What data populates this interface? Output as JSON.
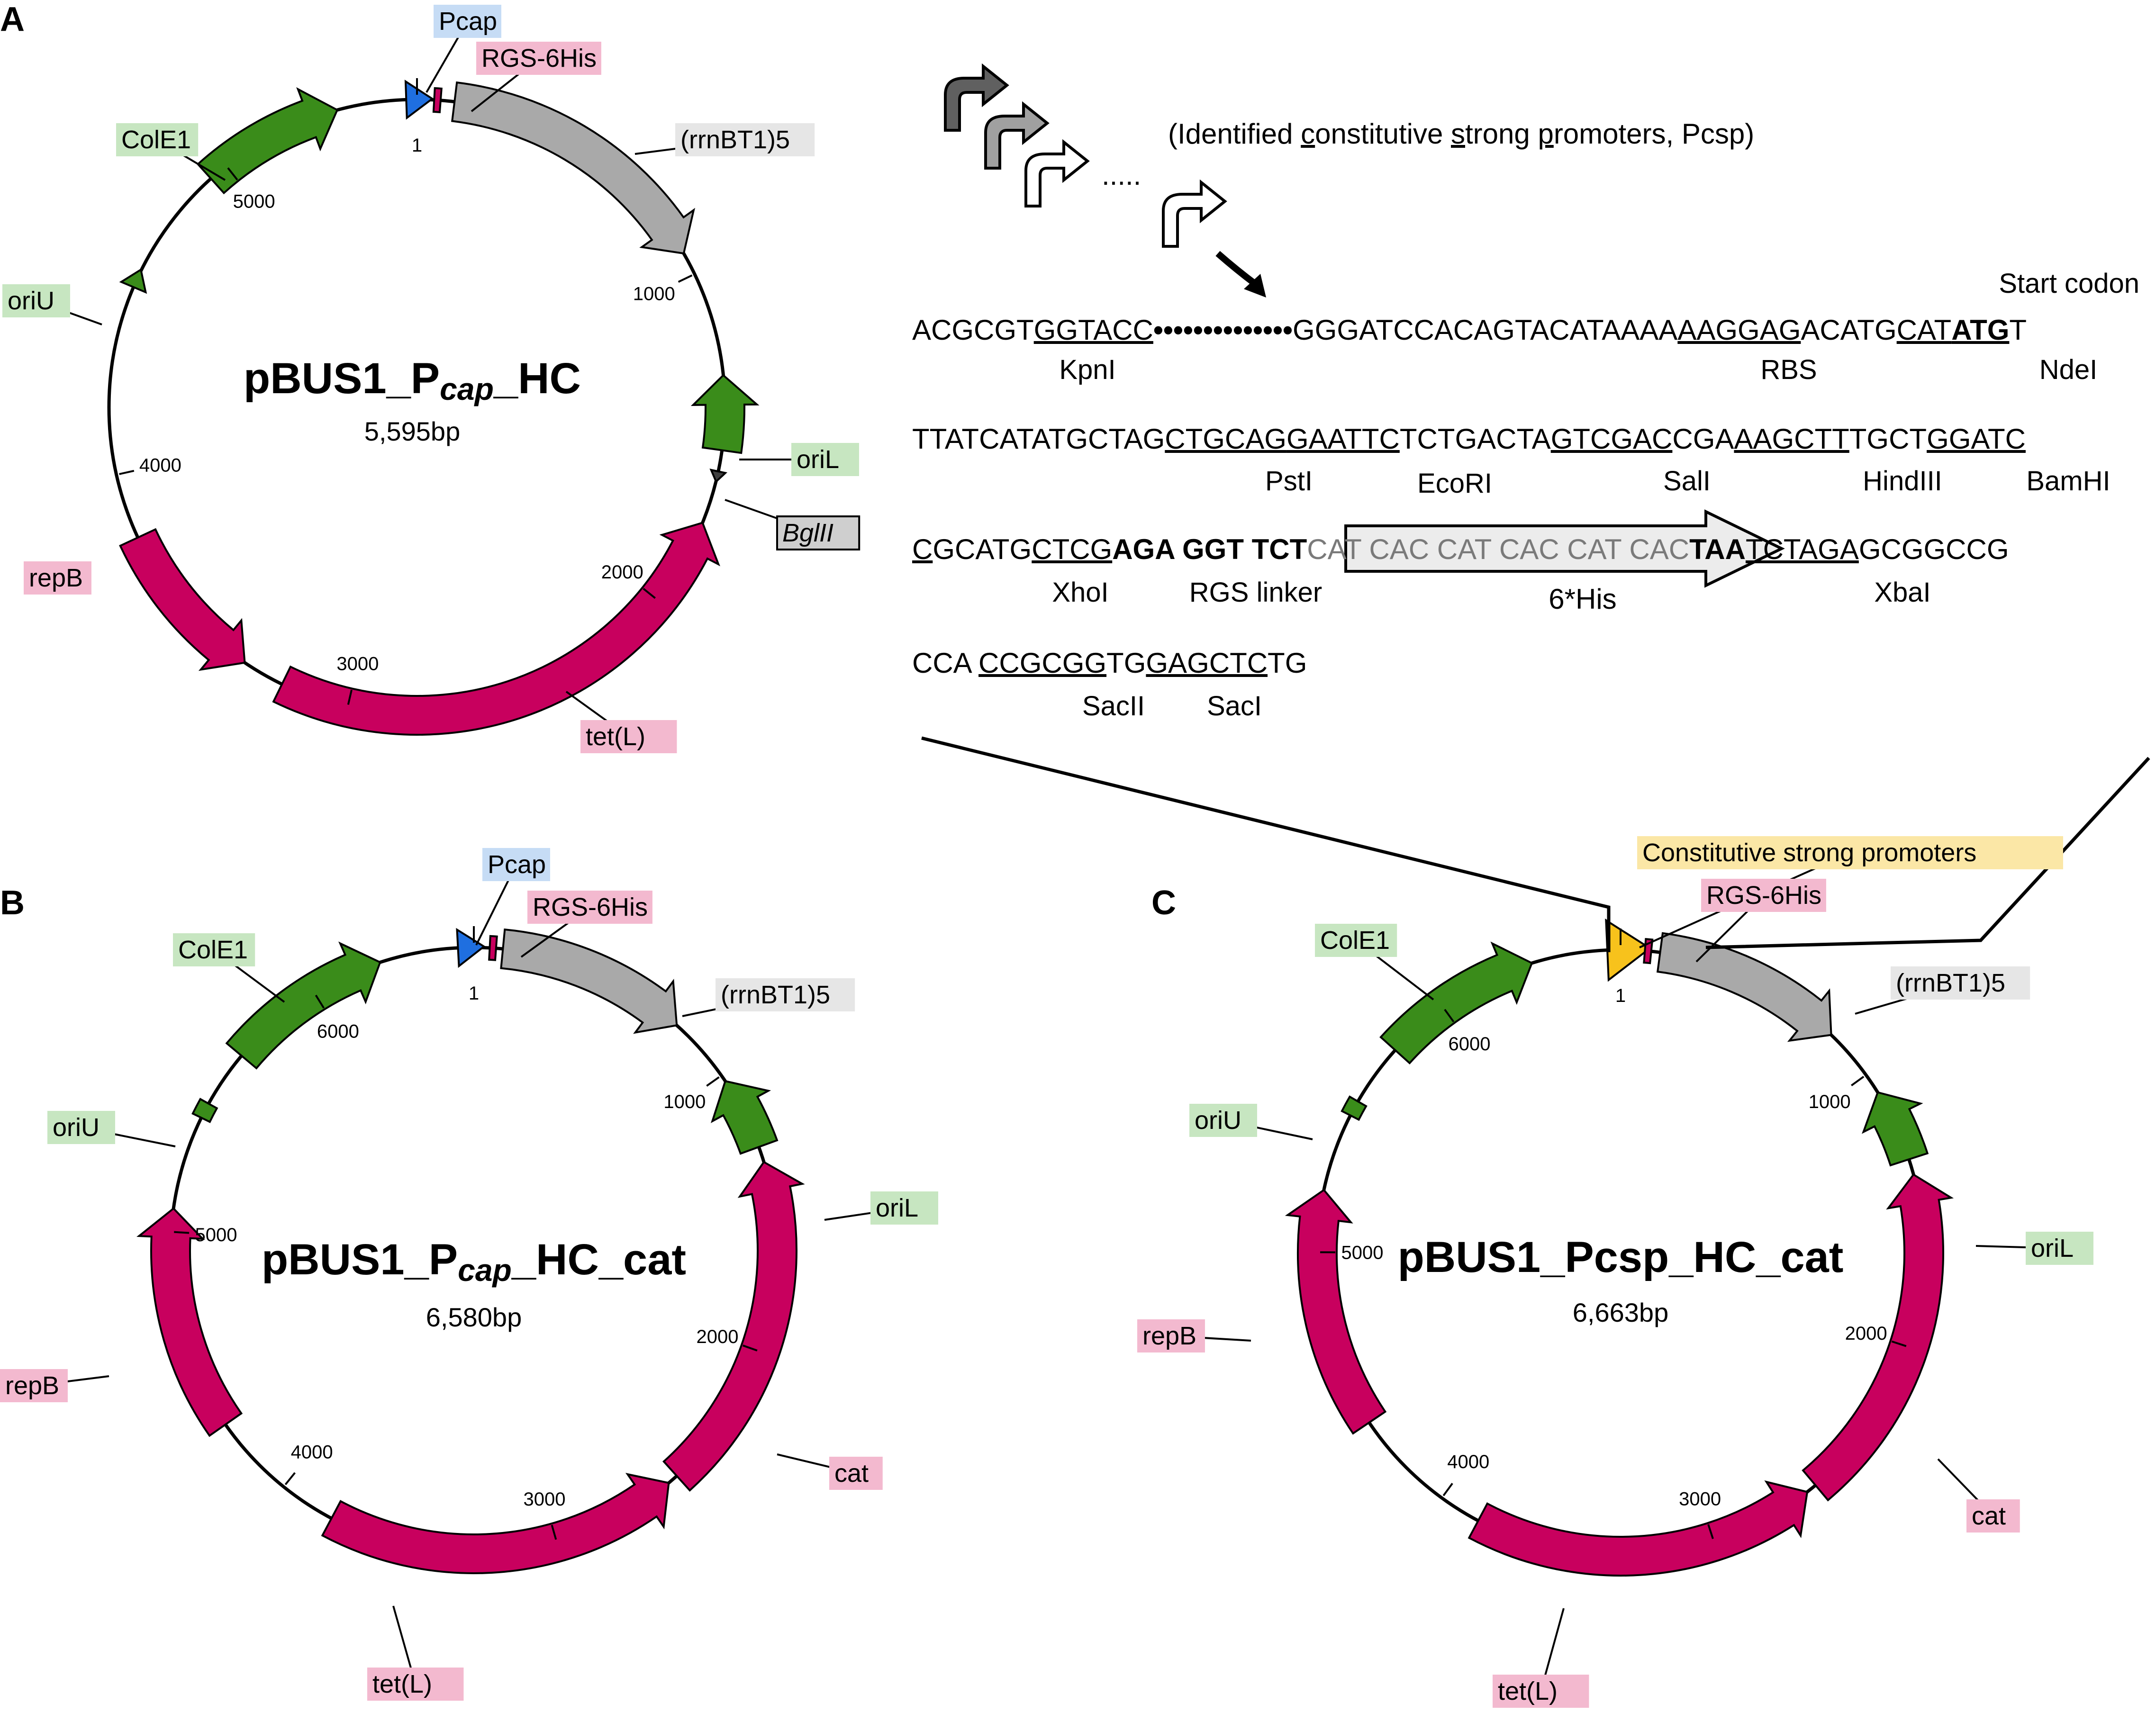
{
  "panels": [
    {
      "letter": "A",
      "name_prefix": "pBUS1_P",
      "name_sub": "cap",
      "name_suffix": "_HC",
      "size": "5,595bp",
      "origin_label": "1",
      "ticks": [
        {
          "label": "5000",
          "bp": 5000
        },
        {
          "label": "4000",
          "bp": 4000
        },
        {
          "label": "3000",
          "bp": 3000
        },
        {
          "label": "2000",
          "bp": 2000
        },
        {
          "label": "1000",
          "bp": 1000
        }
      ],
      "labels": [
        {
          "text": "Pcap",
          "bg": "#c6dcf5"
        },
        {
          "text": "RGS-6His",
          "bg": "#f3b9cf"
        },
        {
          "text": "(rrnBT1)5",
          "bg": "#e6e6e6"
        },
        {
          "text": "ColE1",
          "bg": "#c7e6c1"
        },
        {
          "text": "oriU",
          "bg": "#c7e6c1"
        },
        {
          "text": "oriL",
          "bg": "#c7e6c1"
        },
        {
          "text": "BglII",
          "bg": "#cfcfcf",
          "italic": true
        },
        {
          "text": "repB",
          "bg": "#f3b9cf"
        },
        {
          "text": "tet(L)",
          "bg": "#f3b9cf"
        }
      ]
    },
    {
      "letter": "B",
      "name_prefix": "pBUS1_P",
      "name_sub": "cap",
      "name_suffix": "_HC_cat",
      "size": "6,580bp",
      "origin_label": "1",
      "ticks": [
        {
          "label": "6000",
          "bp": 6000
        },
        {
          "label": "5000",
          "bp": 5000
        },
        {
          "label": "4000",
          "bp": 4000
        },
        {
          "label": "3000",
          "bp": 3000
        },
        {
          "label": "2000",
          "bp": 2000
        },
        {
          "label": "1000",
          "bp": 1000
        }
      ],
      "labels": [
        {
          "text": "Pcap",
          "bg": "#c6dcf5"
        },
        {
          "text": "RGS-6His",
          "bg": "#f3b9cf"
        },
        {
          "text": "(rrnBT1)5",
          "bg": "#e6e6e6"
        },
        {
          "text": "ColE1",
          "bg": "#c7e6c1"
        },
        {
          "text": "oriU",
          "bg": "#c7e6c1"
        },
        {
          "text": "oriL",
          "bg": "#c7e6c1"
        },
        {
          "text": "repB",
          "bg": "#f3b9cf"
        },
        {
          "text": "cat",
          "bg": "#f3b9cf"
        },
        {
          "text": "tet(L)",
          "bg": "#f3b9cf"
        }
      ]
    },
    {
      "letter": "C",
      "name_prefix": "pBUS1_Pcsp_HC_cat",
      "name_sub": "",
      "name_suffix": "",
      "size": "6,663bp",
      "origin_label": "1",
      "ticks": [
        {
          "label": "6000",
          "bp": 6000
        },
        {
          "label": "5000",
          "bp": 5000
        },
        {
          "label": "4000",
          "bp": 4000
        },
        {
          "label": "3000",
          "bp": 3000
        },
        {
          "label": "2000",
          "bp": 2000
        },
        {
          "label": "1000",
          "bp": 1000
        }
      ],
      "labels": [
        {
          "text": "Constitutive strong promoters",
          "bg": "#fbe7a6"
        },
        {
          "text": "RGS-6His",
          "bg": "#f3b9cf"
        },
        {
          "text": "(rrnBT1)5",
          "bg": "#e6e6e6"
        },
        {
          "text": "ColE1",
          "bg": "#c7e6c1"
        },
        {
          "text": "oriU",
          "bg": "#c7e6c1"
        },
        {
          "text": "oriL",
          "bg": "#c7e6c1"
        },
        {
          "text": "repB",
          "bg": "#f3b9cf"
        },
        {
          "text": "cat",
          "bg": "#f3b9cf"
        },
        {
          "text": "tet(L)",
          "bg": "#f3b9cf"
        }
      ]
    }
  ],
  "promoter_caption": {
    "prefix": "(Identified ",
    "u1": "c",
    "part1": "onstitutive ",
    "u2": "s",
    "part2": "trong ",
    "u3": "p",
    "part3": "romoters, Pcsp)"
  },
  "dots": ".....",
  "start_codon": "Start codon",
  "seq_lines": [
    {
      "segments": [
        {
          "t": "ACGCGT"
        },
        {
          "t": "GGTACC",
          "u": true
        },
        {
          "t": "••••••••••••••",
          "b": true
        },
        {
          "t": "GGGATCCACAGTACATAAAA"
        },
        {
          "t": "AAGGAG",
          "u": true
        },
        {
          "t": "ACATG"
        },
        {
          "t": "CAT",
          "u": true
        },
        {
          "t": "ATG",
          "u": true,
          "b": true
        },
        {
          "t": "T"
        }
      ]
    },
    {
      "segments": [
        {
          "t": "TTATCATATGCTAG"
        },
        {
          "t": "CTGCAG",
          "u": true
        },
        {
          "t": "GAATTC",
          "u": true
        },
        {
          "t": "TCTGACTA"
        },
        {
          "t": "GTCGAC",
          "u": true
        },
        {
          "t": "CGA"
        },
        {
          "t": "AAGCTT",
          "u": true
        },
        {
          "t": "TGCT"
        },
        {
          "t": "GGATC",
          "u": true
        }
      ]
    },
    {
      "segments": [
        {
          "t": "C",
          "u": true
        },
        {
          "t": "GCATG"
        },
        {
          "t": "CTCG",
          "u": true
        },
        {
          "t": "AGA GGT TCT",
          "b": true
        },
        {
          "t": "CAT CAC CAT CAC CAT CAC",
          "g": true
        },
        {
          "t": "TAA",
          "b": true
        },
        {
          "t": "TCTAGA",
          "u": true
        },
        {
          "t": "GCGGCCG"
        }
      ]
    },
    {
      "segments": [
        {
          "t": "CCA "
        },
        {
          "t": "CCGCGG",
          "u": true
        },
        {
          "t": "TG"
        },
        {
          "t": "GAGCTC",
          "u": true
        },
        {
          "t": "TG"
        }
      ]
    }
  ],
  "sites": [
    "KpnI",
    "RBS",
    "NdeI",
    "PstI",
    "EcoRI",
    "SalI",
    "HindIII",
    "BamHI",
    "XhoI",
    "RGS linker",
    "XbaI",
    "SacII",
    "SacI"
  ],
  "his_label": "6*His",
  "colors": {
    "green": "#3a8c1a",
    "magenta": "#c8005e",
    "grey": "#a9a9a9",
    "blue": "#1f6fe0",
    "yellow": "#f7c21c"
  }
}
